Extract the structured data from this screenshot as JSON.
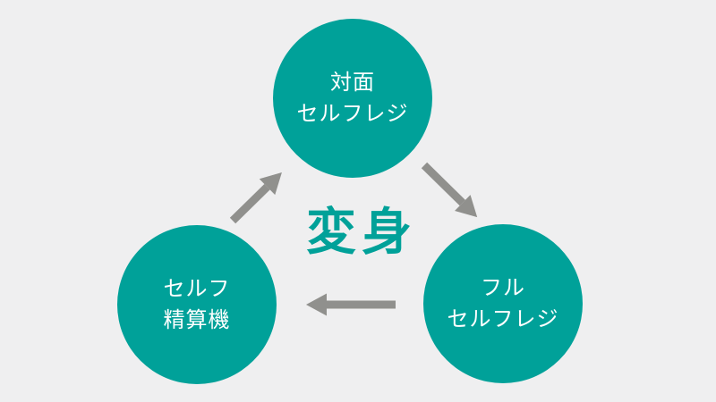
{
  "diagram": {
    "center_label": "変身",
    "nodes": [
      {
        "id": "taimen-selfregi",
        "line1": "対面",
        "line2": "セルフレジ"
      },
      {
        "id": "full-selfregi",
        "line1": "フル",
        "line2": "セルフレジ"
      },
      {
        "id": "self-seisanki",
        "line1": "セルフ",
        "line2": "精算機"
      }
    ],
    "arrows": [
      {
        "icon": "arrow-down-right-icon",
        "from": "taimen-selfregi",
        "to": "full-selfregi"
      },
      {
        "icon": "arrow-left-icon",
        "from": "full-selfregi",
        "to": "self-seisanki"
      },
      {
        "icon": "arrow-up-right-icon",
        "from": "self-seisanki",
        "to": "taimen-selfregi"
      }
    ]
  },
  "colors": {
    "background": "#efeff0",
    "node_fill": "#00a199",
    "node_text": "#ffffff",
    "arrow": "#90908d",
    "center_text": "#00a199"
  }
}
